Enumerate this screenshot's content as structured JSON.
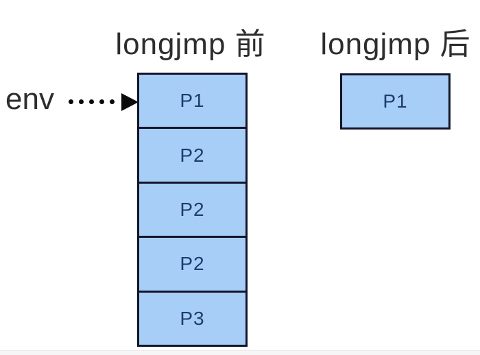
{
  "colors": {
    "box-fill": "#a7cef6",
    "box-border": "#13142c",
    "box-label": "#1e3c6e",
    "title-text": "#2d2d2d",
    "arrow": "#0a0a0a"
  },
  "before": {
    "title": "longjmp 前",
    "frames": [
      "P1",
      "P2",
      "P2",
      "P2",
      "P3"
    ]
  },
  "after": {
    "title": "longjmp 后",
    "frames": [
      "P1"
    ]
  },
  "pointer": {
    "label": "env"
  }
}
